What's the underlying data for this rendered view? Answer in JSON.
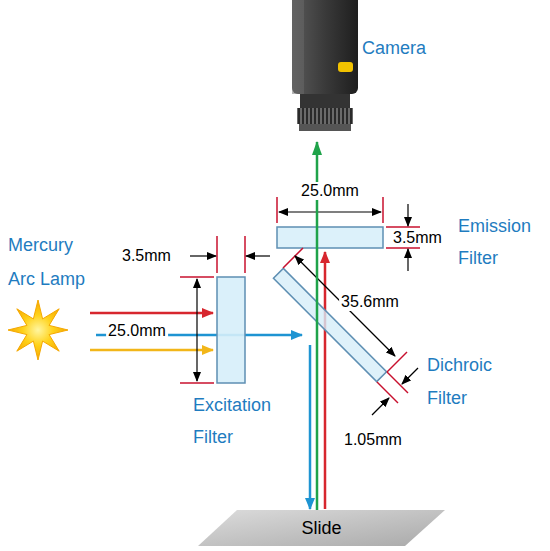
{
  "diagram": {
    "nodes": [
      {
        "text": [
          "Camera"
        ]
      },
      {
        "text": [
          "Slide"
        ]
      }
    ],
    "edges": [
      {
        "from": 1,
        "to": 0,
        "arrow": "to"
      }
    ],
    "labels": [
      "25.0mm",
      "3.5mm",
      "Emission Filter",
      "Mercury Arc Lamp",
      "3.5mm",
      "25.0mm",
      "35.6mm",
      "Excitation Filter",
      "Dichroic Filter",
      "1.05mm"
    ]
  }
}
